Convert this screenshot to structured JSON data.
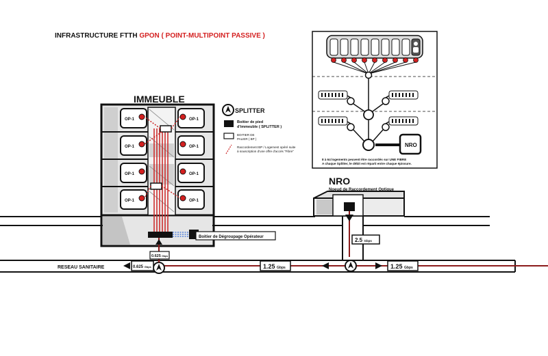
{
  "title": {
    "prefix": "INFRASTRUCTURE FTTH ",
    "highlight": "GPON ( POINT-MULTIPOINT PASSIVE )"
  },
  "building": {
    "label": "IMMEUBLE",
    "op_label": "OP-1",
    "dslam_label": "Boitier de Dégroupage Opérateur"
  },
  "legend": {
    "splitter": "SPLITTER",
    "pied_line1": "Boitier de pied",
    "pied_line2": "d'immeuble ( SPLITTER )",
    "palier_line1": "BOITIER DE",
    "palier_line2": "PALIER ( BP )",
    "raccord_line1": "Raccordement BP / Logement opéré suite",
    "raccord_line2": "à souscription d'une offre d'accès \"Fibre\""
  },
  "inset": {
    "node_label": "NRO",
    "note_line1": "8 à 64 logements peuvent être raccordés sur UNE FIBRE",
    "note_line2": "A chaque Splitter, le débit est réparti entre chaque épissure."
  },
  "nro": {
    "title": "NRO",
    "subtitle": "Noeud de Raccordement Optique"
  },
  "network": {
    "reseau_label": "RESEAU SANITAIRE",
    "rate_riser": "0.625",
    "rate_left": "0.625",
    "rate_center": "1.25",
    "rate_right": "1.25",
    "rate_nro": "2.5",
    "unit": "Gbps"
  },
  "colors": {
    "accent_red": "#d42020",
    "fiber_red": "#cc2222",
    "dark_fiber": "#8b1a1a",
    "splitter_blue": "#3a6fd8",
    "ink": "#111111",
    "wall_grey": "#d8d8d8"
  }
}
